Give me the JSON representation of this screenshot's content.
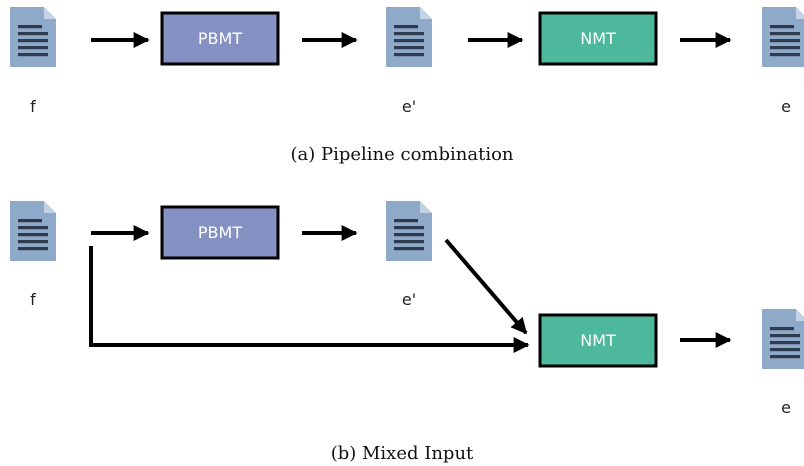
{
  "colors": {
    "pbmt_box": "#8591c2",
    "nmt_box": "#4db89b",
    "document": "#8fa9c9",
    "document_lines": "#2e3a4d",
    "arrow": "#000000"
  },
  "icons": {
    "document": "document-icon"
  },
  "panel_a": {
    "caption": "(a)  Pipeline combination",
    "source_label": "f",
    "intermediate_label": "e'",
    "target_label": "e",
    "pbmt_label": "PBMT",
    "nmt_label": "NMT"
  },
  "panel_b": {
    "caption": "(b)  Mixed Input",
    "source_label": "f",
    "intermediate_label": "e'",
    "target_label": "e",
    "pbmt_label": "PBMT",
    "nmt_label": "NMT"
  }
}
